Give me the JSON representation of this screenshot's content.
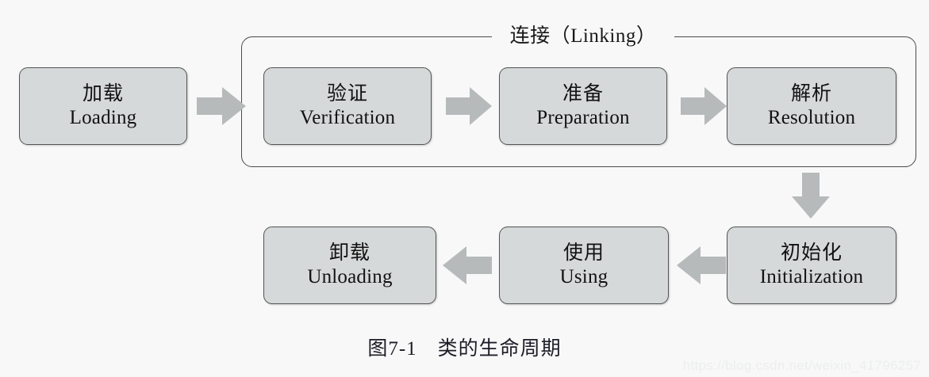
{
  "figure": {
    "caption": "图7-1　类的生命周期",
    "watermark": "https://blog.csdn.net/weixin_41796257",
    "background_color": "#f8f8f8",
    "box_fill_color": "#d6d9d9",
    "box_border_color": "#545454",
    "arrow_color": "#b6babb"
  },
  "group": {
    "title": "连接（Linking）"
  },
  "stages": {
    "loading": {
      "cn": "加载",
      "en": "Loading"
    },
    "verification": {
      "cn": "验证",
      "en": "Verification"
    },
    "preparation": {
      "cn": "准备",
      "en": "Preparation"
    },
    "resolution": {
      "cn": "解析",
      "en": "Resolution"
    },
    "initialization": {
      "cn": "初始化",
      "en": "Initialization"
    },
    "using": {
      "cn": "使用",
      "en": "Using"
    },
    "unloading": {
      "cn": "卸载",
      "en": "Unloading"
    }
  },
  "arrows": {
    "loading_to_verification": "arrow-right-icon",
    "verification_to_preparation": "arrow-right-icon",
    "preparation_to_resolution": "arrow-right-icon",
    "resolution_to_initialization": "arrow-down-icon",
    "initialization_to_using": "arrow-left-icon",
    "using_to_unloading": "arrow-left-icon"
  }
}
